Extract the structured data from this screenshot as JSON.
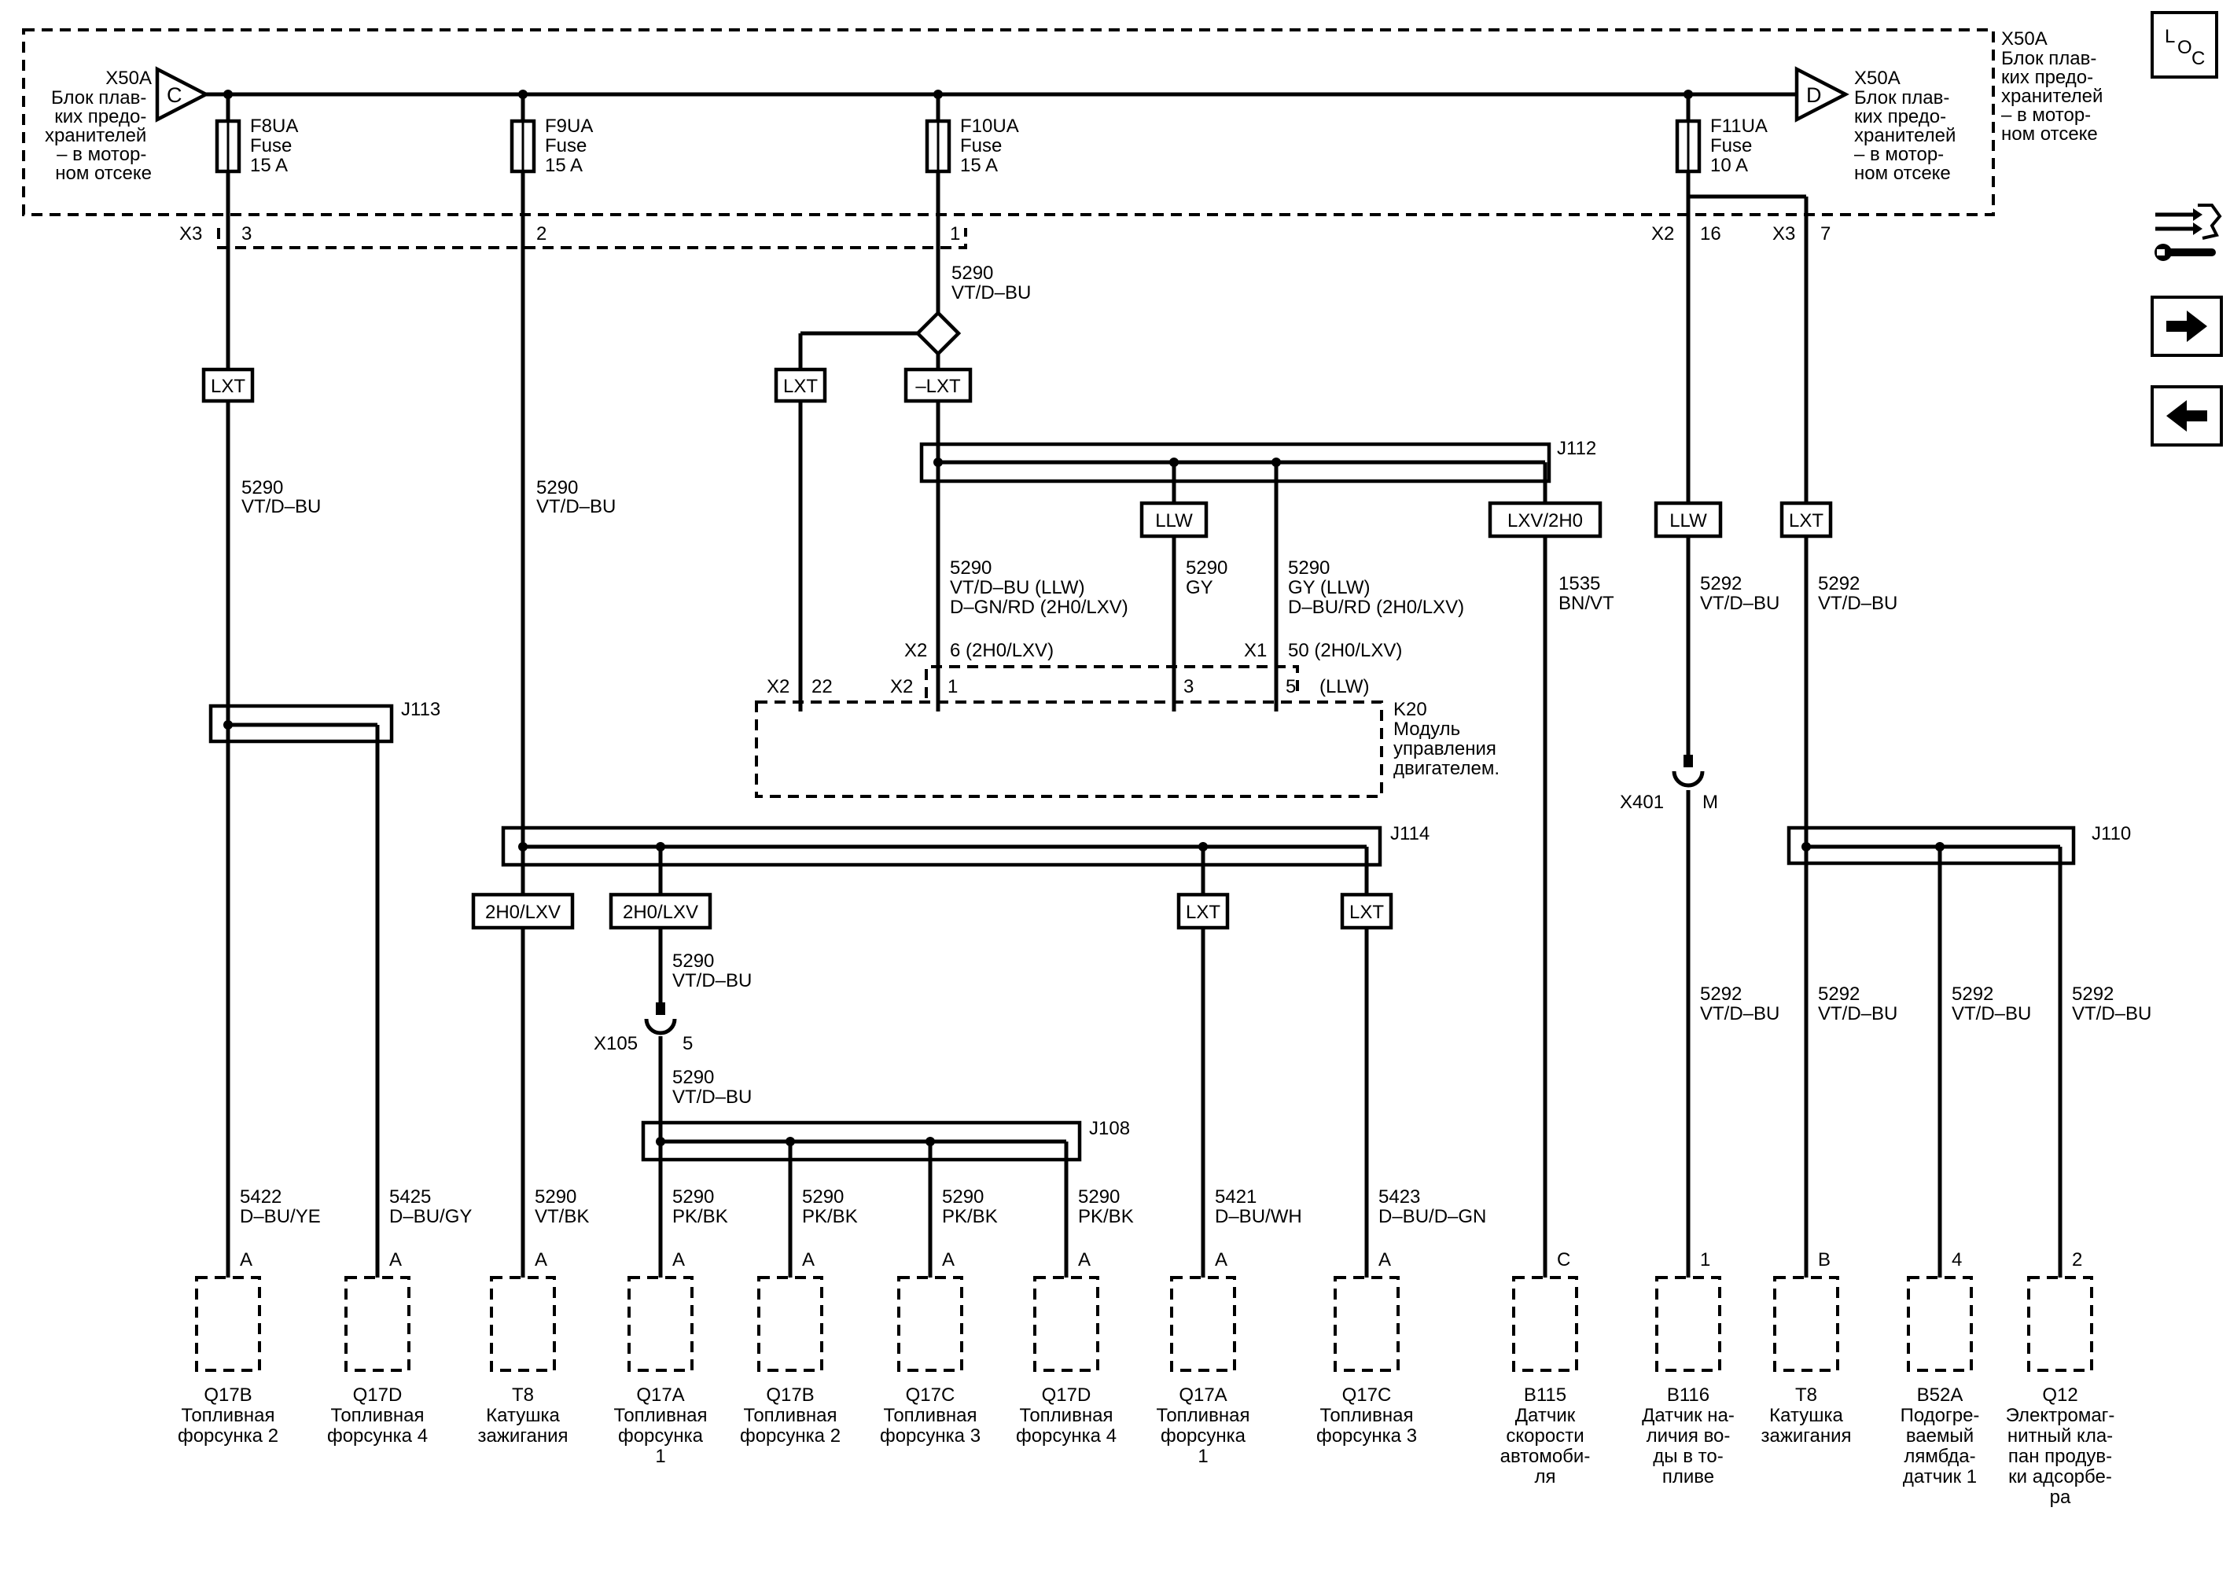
{
  "fuse_block": {
    "name": "X50A",
    "desc": [
      "Блок плав-",
      "ких предо-",
      "хранителей",
      "– в мотор-",
      "ном отсеке"
    ],
    "left_ref": {
      "letter": "C",
      "name": "X50A",
      "desc": [
        "Блок плав-",
        "ких предо-",
        "хранителей",
        "– в мотор-",
        "ном отсеке"
      ]
    },
    "right_ref": {
      "letter": "D",
      "name": "X50A",
      "desc": [
        "Блок плав-",
        "ких предо-",
        "хранителей",
        "– в мотор-",
        "ном отсеке"
      ]
    }
  },
  "fuses": [
    {
      "id": "f8",
      "name": "F8UA",
      "type": "Fuse",
      "rating": "15 A"
    },
    {
      "id": "f9",
      "name": "F9UA",
      "type": "Fuse",
      "rating": "15 A"
    },
    {
      "id": "f10",
      "name": "F10UA",
      "type": "Fuse",
      "rating": "15 A"
    },
    {
      "id": "f11",
      "name": "F11UA",
      "type": "Fuse",
      "rating": "10 A"
    }
  ],
  "connector_labels": {
    "x3_left": "X3",
    "p3": "3",
    "p2": "2",
    "p1": "1",
    "x2_right": "X2",
    "p16": "16",
    "x3_right": "X3",
    "p7": "7"
  },
  "splices": [
    "J113",
    "J112",
    "J114",
    "J108",
    "J110"
  ],
  "options": {
    "lxt_a": "LXT",
    "lxt_b": "LXT",
    "nlxt": "–LXT",
    "llw_a": "LLW",
    "lxv2h0": "LXV/2H0",
    "llw_b": "LLW",
    "lxt_c": "LXT",
    "h2_a": "2H0/LXV",
    "h2_b": "2H0/LXV",
    "lxt_d": "LXT",
    "lxt_e": "LXT"
  },
  "wires": {
    "w_top10": [
      "5290",
      "VT/D–BU"
    ],
    "w_f8": [
      "5290",
      "VT/D–BU"
    ],
    "w_f9": [
      "5290",
      "VT/D–BU"
    ],
    "w_j112a": [
      "5290",
      "VT/D–BU (LLW)",
      "D–GN/RD (2H0/LXV)"
    ],
    "w_j112b": [
      "5290",
      "GY"
    ],
    "w_j112c": [
      "5290",
      "GY (LLW)",
      "D–BU/RD (2H0/LXV)"
    ],
    "w_1535": [
      "1535",
      "BN/VT"
    ],
    "w_f11a": [
      "5292",
      "VT/D–BU"
    ],
    "w_f11b": [
      "5292",
      "VT/D–BU"
    ],
    "w_x105a": [
      "5290",
      "VT/D–BU"
    ],
    "w_x105b": [
      "5290",
      "VT/D–BU"
    ],
    "w_x401": [
      "5292",
      "VT/D–BU"
    ],
    "w_t8r": [
      "5292",
      "VT/D–BU"
    ],
    "w_b52": [
      "5292",
      "VT/D–BU"
    ],
    "w_q12": [
      "5292",
      "VT/D–BU"
    ],
    "w_5422": [
      "5422",
      "D–BU/YE"
    ],
    "w_5425": [
      "5425",
      "D–BU/GY"
    ],
    "w_t8l": [
      "5290",
      "VT/BK"
    ],
    "w_q17a": [
      "5290",
      "PK/BK"
    ],
    "w_q17b": [
      "5290",
      "PK/BK"
    ],
    "w_q17c": [
      "5290",
      "PK/BK"
    ],
    "w_q17d": [
      "5290",
      "PK/BK"
    ],
    "w_5421": [
      "5421",
      "D–BU/WH"
    ],
    "w_5423": [
      "5423",
      "D–BU/D–GN"
    ]
  },
  "ecm": {
    "name": "K20",
    "desc": [
      "Модуль",
      "управления",
      "двигателем."
    ],
    "pins": {
      "x2_22": "X2",
      "p22": "22",
      "x2_1": "X2",
      "p1": "1",
      "p3": "3",
      "p5": "5",
      "llw": "(LLW)",
      "top_x2": "X2",
      "top_6": "6 (2H0/LXV)",
      "top_x1": "X1",
      "top_50": "50 (2H0/LXV)"
    }
  },
  "inline_connectors": {
    "x105": {
      "name": "X105",
      "pin": "5"
    },
    "x401": {
      "name": "X401",
      "pin": "M"
    }
  },
  "components": [
    {
      "id": "c1",
      "pin": "A",
      "lines": [
        "Q17B",
        "Топливная",
        "форсунка 2"
      ]
    },
    {
      "id": "c2",
      "pin": "A",
      "lines": [
        "Q17D",
        "Топливная",
        "форсунка 4"
      ]
    },
    {
      "id": "c3",
      "pin": "A",
      "lines": [
        "T8",
        "Катушка",
        "зажигания"
      ]
    },
    {
      "id": "c4",
      "pin": "A",
      "lines": [
        "Q17A",
        "Топливная",
        "форсунка",
        "1"
      ]
    },
    {
      "id": "c5",
      "pin": "A",
      "lines": [
        "Q17B",
        "Топливная",
        "форсунка 2"
      ]
    },
    {
      "id": "c6",
      "pin": "A",
      "lines": [
        "Q17C",
        "Топливная",
        "форсунка 3"
      ]
    },
    {
      "id": "c7",
      "pin": "A",
      "lines": [
        "Q17D",
        "Топливная",
        "форсунка 4"
      ]
    },
    {
      "id": "c8",
      "pin": "A",
      "lines": [
        "Q17A",
        "Топливная",
        "форсунка",
        "1"
      ]
    },
    {
      "id": "c9",
      "pin": "A",
      "lines": [
        "Q17C",
        "Топливная",
        "форсунка 3"
      ]
    },
    {
      "id": "c10",
      "pin": "C",
      "lines": [
        "B115",
        "Датчик",
        "скорости",
        "автомоби-",
        "ля"
      ]
    },
    {
      "id": "c11",
      "pin": "1",
      "lines": [
        "B116",
        "Датчик на-",
        "личия во-",
        "ды в то-",
        "пливе"
      ]
    },
    {
      "id": "c12",
      "pin": "B",
      "lines": [
        "T8",
        "Катушка",
        "зажигания"
      ]
    },
    {
      "id": "c13",
      "pin": "4",
      "lines": [
        "B52A",
        "Подогре-",
        "ваемый",
        "лямбда-",
        "датчик 1"
      ]
    },
    {
      "id": "c14",
      "pin": "2",
      "lines": [
        "Q12",
        "Электромаг-",
        "нитный кла-",
        "пан продув-",
        "ки адсорбе-",
        "ра"
      ]
    }
  ],
  "nav": {
    "loc": {
      "l": "L",
      "o": "O",
      "c": "C"
    },
    "icons": [
      "connector-end-view-icon",
      "arrow-right-icon",
      "arrow-left-icon"
    ]
  }
}
